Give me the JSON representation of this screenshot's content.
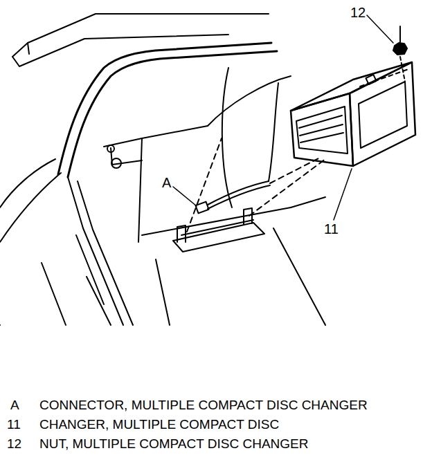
{
  "diagram": {
    "labels": [
      "12",
      "A",
      "11",
      "A",
      "CONNECTOR, MULTIPLE COMPACT DISC CHANGER",
      "11",
      "CHANGER, MULTIPLE COMPACT DISC",
      "12",
      "NUT, MULTIPLE COMPACT DISC CHANGER"
    ]
  }
}
